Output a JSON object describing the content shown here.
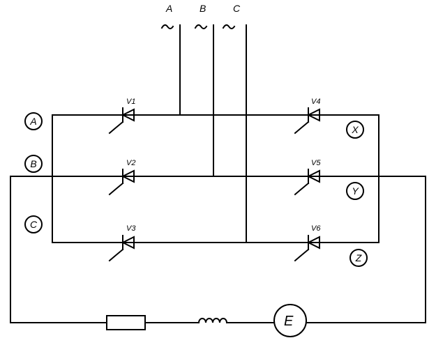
{
  "supply_labels": [
    "A",
    "B",
    "C"
  ],
  "thyristor_labels": [
    "V1",
    "V2",
    "V3",
    "V4",
    "V5",
    "V6"
  ],
  "left_terminals": [
    "A",
    "B",
    "C"
  ],
  "right_terminals": [
    "X",
    "Y",
    "Z"
  ],
  "emf_label": "E"
}
